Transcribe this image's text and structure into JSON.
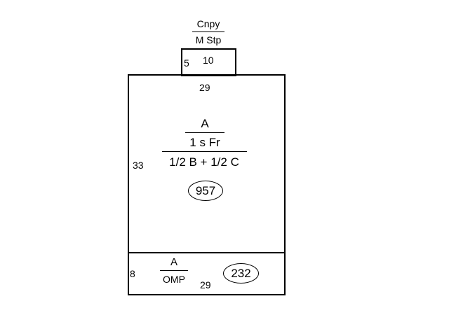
{
  "canopy": {
    "numerator": "Cnpy",
    "denominator": "M Stp",
    "dim_left": "5",
    "dim_top": "10"
  },
  "main_area": {
    "dim_top": "29",
    "dim_left": "33",
    "fraction_line1": "A",
    "fraction_line2": "1 s Fr",
    "fraction_line3": "1/2 B + 1/2 C",
    "area_value": "957"
  },
  "lower_area": {
    "dim_left": "8",
    "numerator": "A",
    "denominator": "OMP",
    "dim_bottom": "29",
    "area_value": "232"
  }
}
